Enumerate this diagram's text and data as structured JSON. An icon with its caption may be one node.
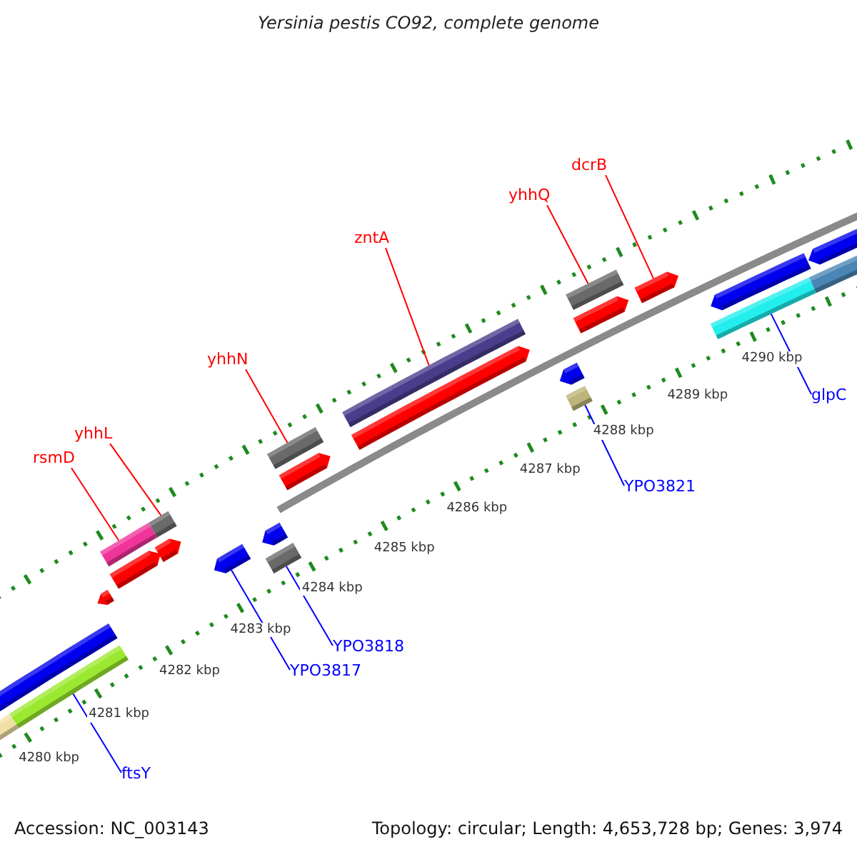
{
  "diagram": {
    "title": "Yersinia pestis CO92, complete genome",
    "nodes": [
      {
        "text": [
          "dcrB"
        ]
      },
      {
        "text": [
          "yhhQ"
        ]
      },
      {
        "text": [
          "zntA"
        ]
      },
      {
        "text": [
          "yhhN"
        ]
      },
      {
        "text": [
          "yhhL"
        ]
      },
      {
        "text": [
          "rsmD"
        ]
      },
      {
        "text": [
          "YPO3821"
        ]
      },
      {
        "text": [
          "glpC"
        ]
      },
      {
        "text": [
          "YPO3818"
        ]
      },
      {
        "text": [
          "YPO3817"
        ]
      },
      {
        "text": [
          "ftsY"
        ]
      },
      {
        "text": [],
        "shape": "bar"
      },
      {
        "text": [],
        "shape": "bar"
      },
      {
        "text": [],
        "shape": "bar"
      },
      {
        "text": [],
        "shape": "bar"
      },
      {
        "text": [],
        "shape": "bar"
      },
      {
        "text": [],
        "shape": "bar"
      },
      {
        "text": [],
        "shape": "bar"
      },
      {
        "text": [],
        "shape": "bar"
      },
      {
        "text": [],
        "shape": "bar"
      },
      {
        "text": [],
        "shape": "bar"
      },
      {
        "text": [],
        "shape": "bar"
      }
    ],
    "edges": [
      {
        "from": 0,
        "to": 20,
        "arrow": "none"
      },
      {
        "from": 1,
        "to": 19,
        "arrow": "none"
      },
      {
        "from": 2,
        "to": 17,
        "arrow": "none"
      },
      {
        "from": 3,
        "to": 16,
        "arrow": "none"
      },
      {
        "from": 4,
        "to": 13,
        "arrow": "none"
      },
      {
        "from": 5,
        "to": 12,
        "arrow": "none"
      },
      {
        "from": 6,
        "to": 18,
        "arrow": "none",
        "color": "#0000ff"
      },
      {
        "from": 7,
        "to": 21,
        "arrow": "none",
        "color": "#0000ff"
      },
      {
        "from": 8,
        "to": 15,
        "arrow": "none",
        "color": "#0000ff"
      },
      {
        "from": 9,
        "to": 14,
        "arrow": "none",
        "color": "#0000ff"
      },
      {
        "from": 10,
        "to": 11,
        "arrow": "none",
        "color": "#0000ff"
      }
    ],
    "labels": [
      "4280 kbp",
      "4281 kbp",
      "4282 kbp",
      "4283 kbp",
      "4284 kbp",
      "4285 kbp",
      "4286 kbp",
      "4287 kbp",
      "4288 kbp",
      "4289 kbp",
      "4290 kbp",
      "Accession: NC_003143",
      "Topology: circular; Length: 4,653,728 bp; Genes: 3,974"
    ]
  }
}
